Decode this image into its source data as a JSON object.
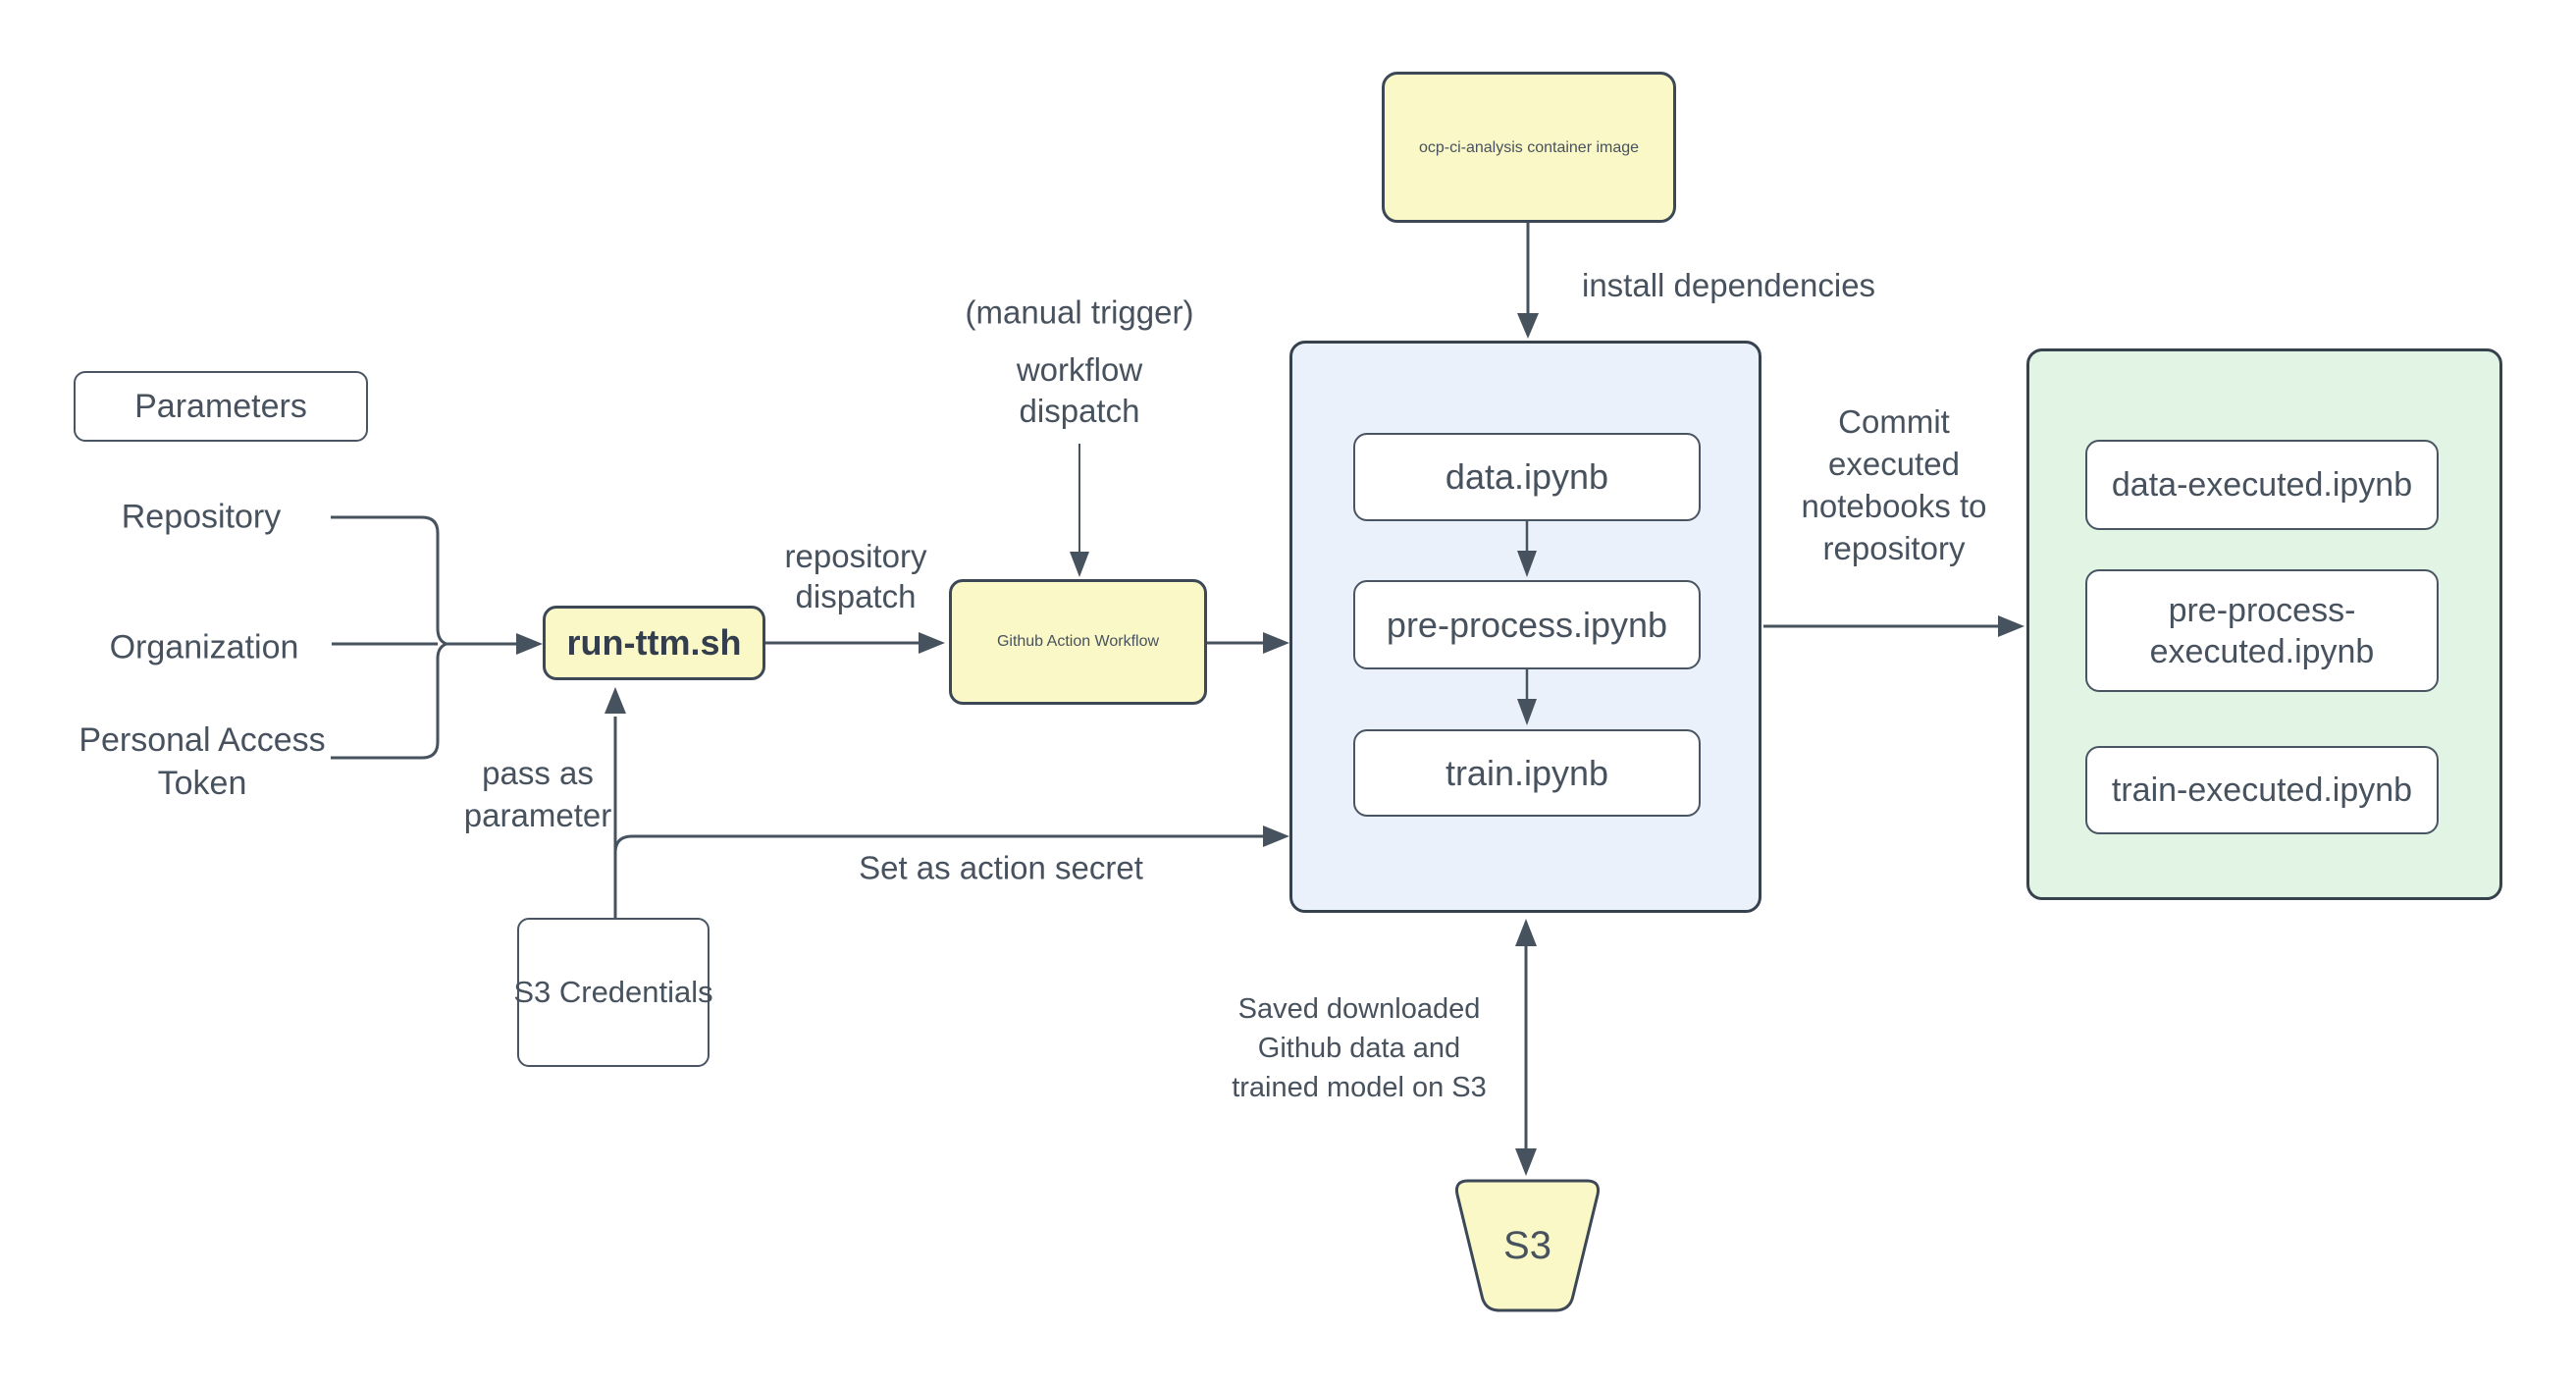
{
  "colors": {
    "node_yellow": "#FAF8C6",
    "container_blue": "#EAF1FB",
    "container_green": "#E2F4E4",
    "stroke_dark": "#37424F",
    "line": "#47525F",
    "text": "#47525E",
    "background": "#FFFFFF"
  },
  "parameters": {
    "title": "Parameters",
    "repository": "Repository",
    "organization": "Organization",
    "personal_access_token": "Personal Access Token"
  },
  "nodes": {
    "container_image": "ocp-ci-analysis container image",
    "run_ttm": "run-ttm.sh",
    "github_action_workflow": "Github Action Workflow",
    "s3_credentials": "S3 Credentials",
    "s3_bucket": "S3",
    "notebooks": [
      "data.ipynb",
      "pre-process.ipynb",
      "train.ipynb"
    ],
    "executed_notebooks": [
      "data-executed.ipynb",
      "pre-process-executed.ipynb",
      "train-executed.ipynb"
    ]
  },
  "edge_labels": {
    "install_dependencies": "install dependencies",
    "manual_trigger": "(manual trigger)",
    "workflow_dispatch": "workflow dispatch",
    "repository_dispatch": "repository dispatch",
    "pass_as_parameter": "pass as parameter",
    "set_as_action_secret": "Set as action secret",
    "commit_executed_notebooks": "Commit executed notebooks to repository",
    "saved_to_s3": "Saved downloaded Github data and trained model on S3"
  }
}
